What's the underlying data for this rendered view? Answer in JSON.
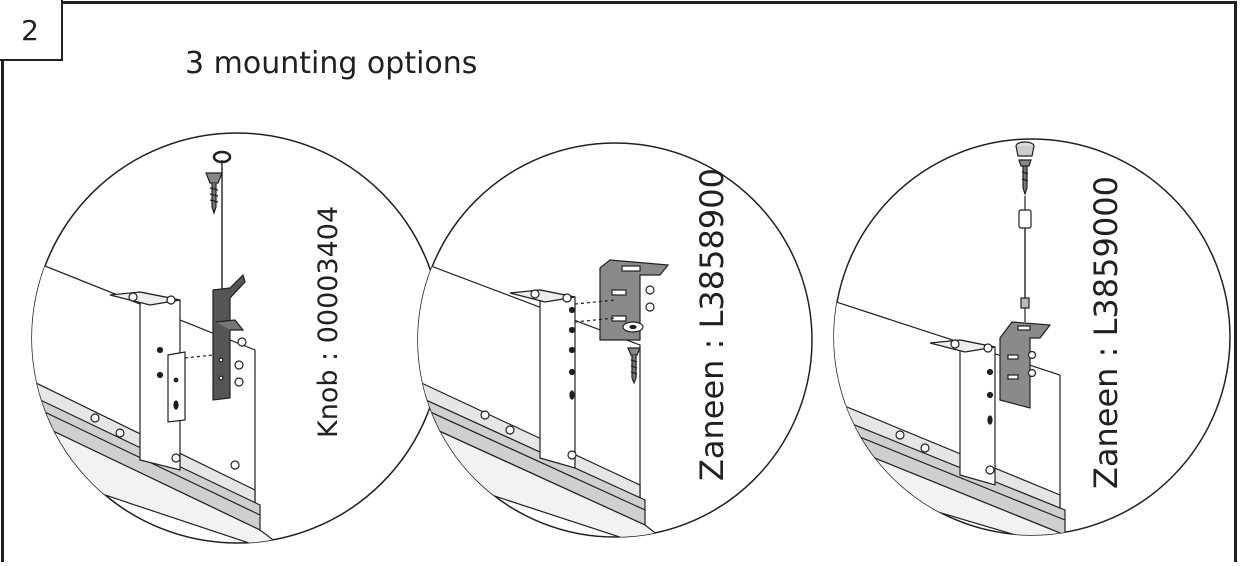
{
  "step": {
    "number": "2"
  },
  "title": "3 mounting options",
  "options": [
    {
      "label": "Knob : 00003404"
    },
    {
      "label": "Zaneen : L3858900"
    },
    {
      "label": "Zaneen : L3859000"
    }
  ],
  "colors": {
    "line": "#231f20",
    "bracket_dark": "#555555",
    "bracket_mid": "#8a8a8a",
    "rail": "#bdbdbd"
  }
}
